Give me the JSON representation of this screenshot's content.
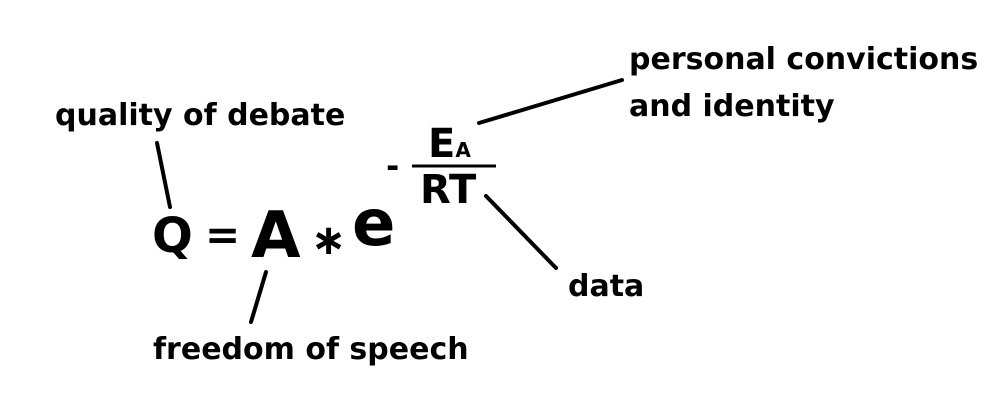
{
  "equation": {
    "lhs": "Q",
    "equals": "=",
    "coefficient": "A",
    "operator": "∗",
    "base": "e",
    "exponent_sign": "-",
    "numerator": "E",
    "numerator_subscript": "A",
    "denominator": "RT"
  },
  "annotations": {
    "quality": "quality of debate",
    "freedom": "freedom of speech",
    "convictions": "personal convictions\nand identity",
    "data": "data"
  }
}
